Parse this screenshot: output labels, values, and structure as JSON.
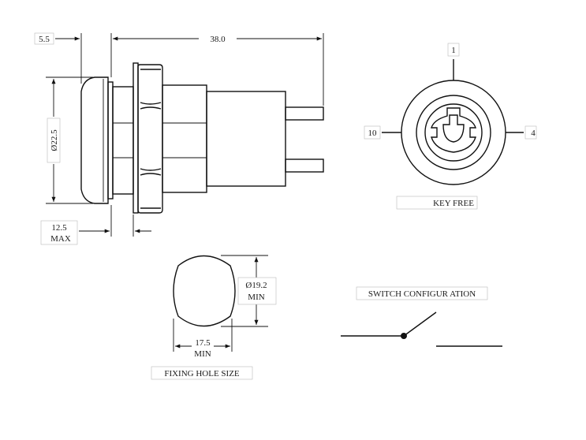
{
  "dimensions": {
    "flange_thickness": "5.5",
    "overall_length": "38.0",
    "head_diameter": "Ø22.5",
    "panel_thickness_value": "12.5",
    "panel_thickness_qualifier": "MAX",
    "hole_diameter_value": "Ø19.2",
    "hole_diameter_qualifier": "MIN",
    "hole_flat_value": "17.5",
    "hole_flat_qualifier": "MIN"
  },
  "front_view": {
    "position_top": "1",
    "position_left": "10",
    "position_right": "4",
    "caption": "KEY FREE"
  },
  "hole_view": {
    "caption": "FIXING HOLE SIZE"
  },
  "switch_view": {
    "caption": "SWITCH CONFIGUR ATION"
  }
}
